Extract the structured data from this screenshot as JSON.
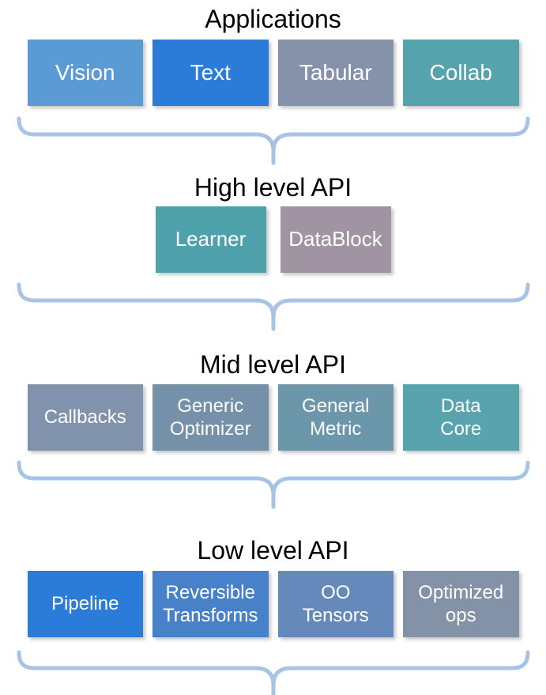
{
  "colors": {
    "background": "#FFFFFF",
    "title_text": "#000000",
    "box_text": "#FFFFFF",
    "brace": "#A7C4E7"
  },
  "sections": [
    {
      "title": "Applications",
      "boxes": [
        {
          "label": "Vision",
          "color": "#5B9BD5"
        },
        {
          "label": "Text",
          "color": "#2B7CD9"
        },
        {
          "label": "Tabular",
          "color": "#8692AA"
        },
        {
          "label": "Collab",
          "color": "#55A3AD"
        }
      ]
    },
    {
      "title": "High level API",
      "boxes": [
        {
          "label": "Learner",
          "color": "#4FA2AC"
        },
        {
          "label": "DataBlock",
          "color": "#A094A2"
        }
      ]
    },
    {
      "title": "Mid level API",
      "boxes": [
        {
          "label": "Callbacks",
          "color": "#8192AC"
        },
        {
          "label": "Generic\nOptimizer",
          "color": "#7591A9"
        },
        {
          "label": "General\nMetric",
          "color": "#6C96A9"
        },
        {
          "label": "Data\nCore",
          "color": "#58A3AD"
        }
      ]
    },
    {
      "title": "Low level API",
      "boxes": [
        {
          "label": "Pipeline",
          "color": "#2B7CD9"
        },
        {
          "label": "Reversible\nTransforms",
          "color": "#4681C9"
        },
        {
          "label": "OO\nTensors",
          "color": "#6589BB"
        },
        {
          "label": "Optimized\nops",
          "color": "#8492A8"
        }
      ]
    }
  ]
}
